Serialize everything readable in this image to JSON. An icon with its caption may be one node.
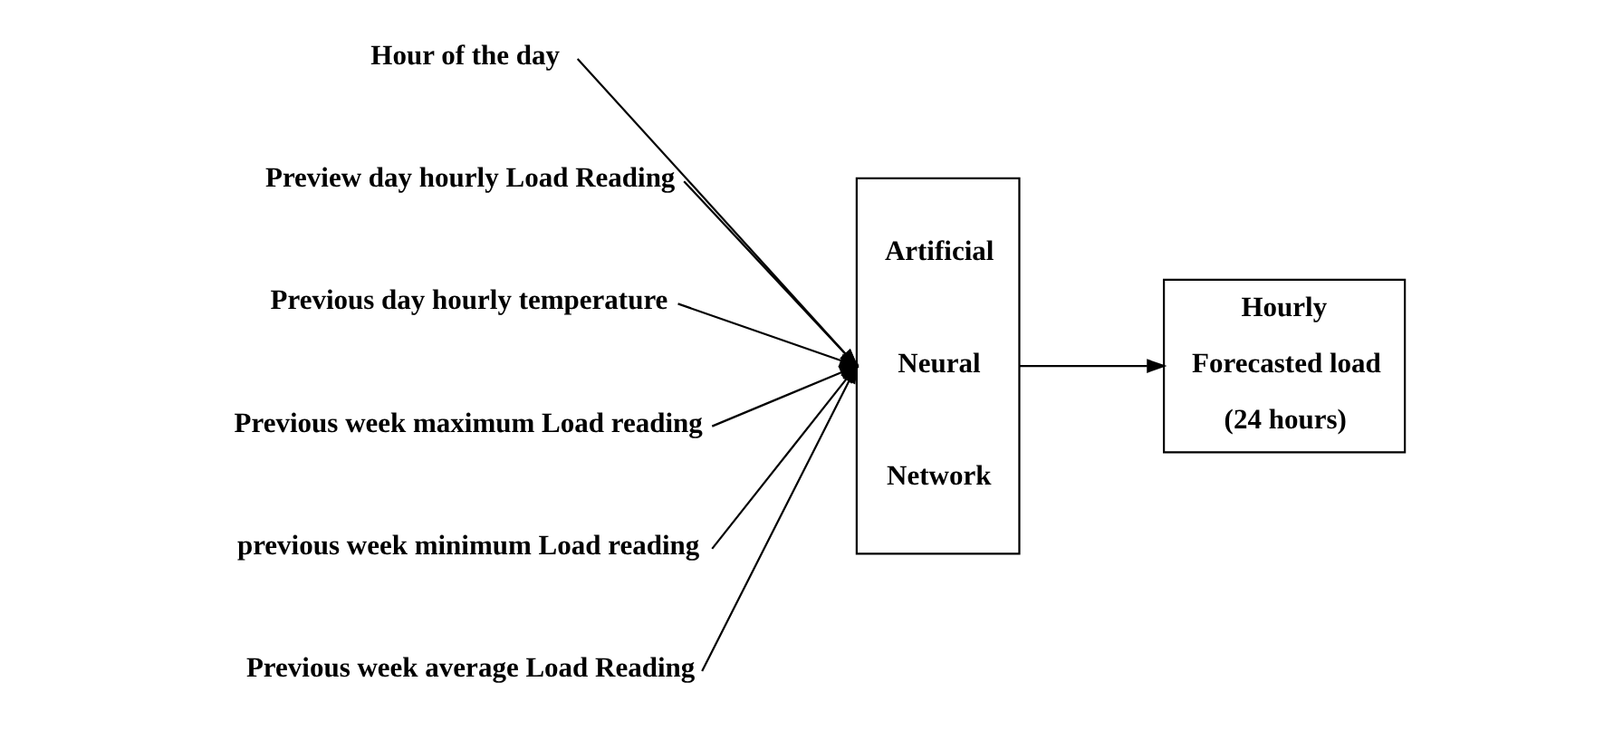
{
  "diagram": {
    "nodes": [
      {
        "text": [
          "Hour of the day"
        ]
      },
      {
        "text": [
          "Preview day hourly Load Reading"
        ]
      },
      {
        "text": [
          "Previous day hourly temperature"
        ]
      },
      {
        "text": [
          "Previous week maximum Load reading"
        ]
      },
      {
        "text": [
          "previous week minimum Load reading"
        ]
      },
      {
        "text": [
          "Previous week average Load Reading"
        ]
      },
      {
        "text": [
          "Artificial",
          "Neural",
          "Network"
        ]
      },
      {
        "text": [
          "Hourly",
          "Forecasted load",
          "(24 hours)"
        ]
      }
    ],
    "edges": [
      {
        "from": 0,
        "to": 6,
        "arrow": "to"
      },
      {
        "from": 1,
        "to": 6,
        "arrow": "to"
      },
      {
        "from": 2,
        "to": 6,
        "arrow": "to"
      },
      {
        "from": 3,
        "to": 6,
        "arrow": "to"
      },
      {
        "from": 4,
        "to": 6,
        "arrow": "to"
      },
      {
        "from": 5,
        "to": 6,
        "arrow": "to"
      },
      {
        "from": 6,
        "to": 7,
        "arrow": "to"
      }
    ]
  }
}
